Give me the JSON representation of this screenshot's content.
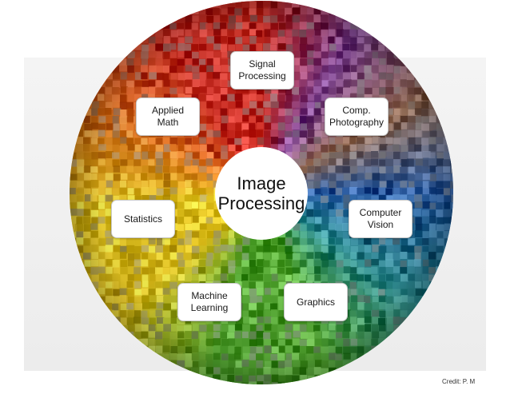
{
  "center": {
    "label": "Image\nProcessing"
  },
  "nodes": [
    {
      "id": "signal-processing",
      "label": "Signal\nProcessing"
    },
    {
      "id": "comp-photography",
      "label": "Comp.\nPhotography"
    },
    {
      "id": "computer-vision",
      "label": "Computer\nVision"
    },
    {
      "id": "graphics",
      "label": "Graphics"
    },
    {
      "id": "machine-learning",
      "label": "Machine\nLearning"
    },
    {
      "id": "statistics",
      "label": "Statistics"
    },
    {
      "id": "applied-math",
      "label": "Applied\nMath"
    }
  ],
  "credit": {
    "text": "Credit:  P. M"
  },
  "colors": {
    "red": "#c8281e",
    "orange": "#e0751c",
    "yellow": "#e2c21e",
    "green": "#54a832",
    "teal": "#2a8a8e",
    "blue": "#2a5ea8",
    "purple": "#7a3e8e",
    "brown": "#9a7058",
    "gray": "#8a8888"
  }
}
